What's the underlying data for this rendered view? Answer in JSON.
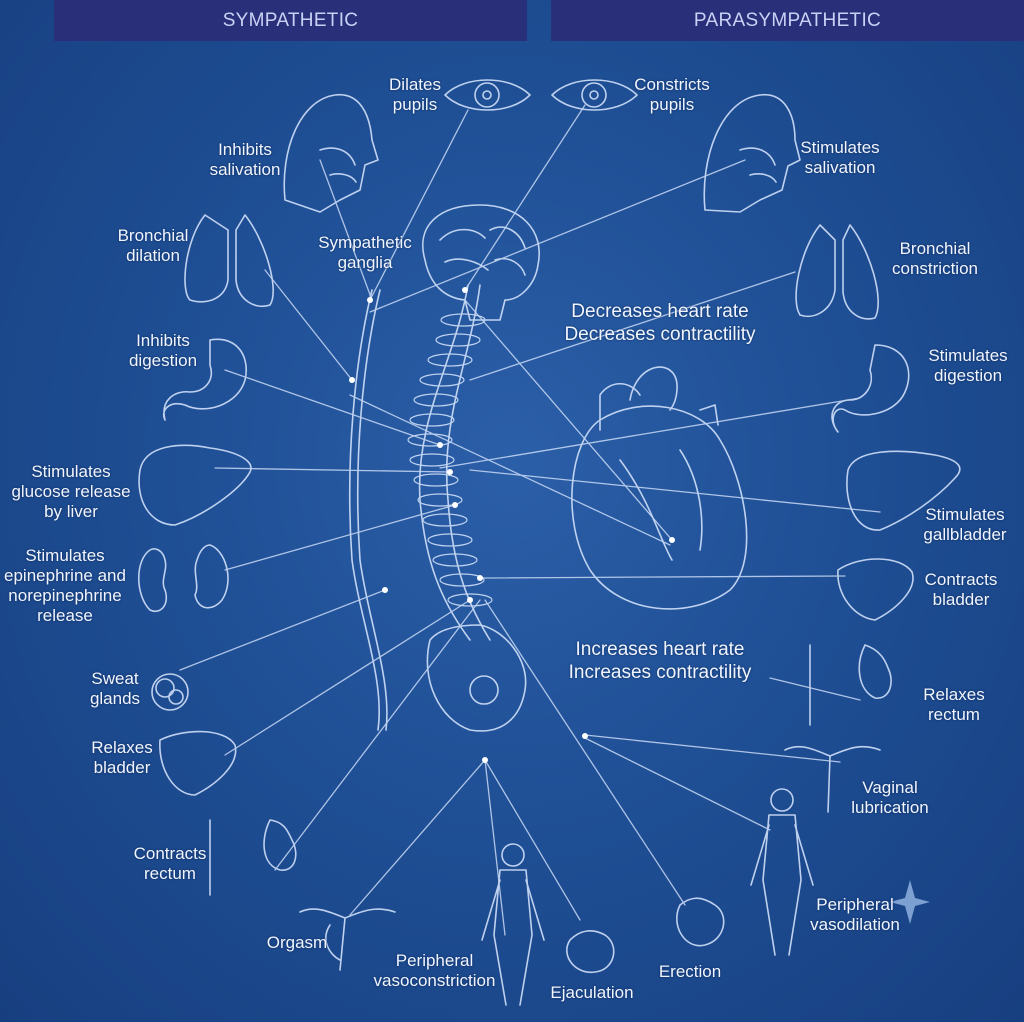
{
  "headers": {
    "sympathetic": "SYMPATHETIC",
    "parasympathetic": "PARASYMPATHETIC"
  },
  "labels": {
    "dilates_pupils": "Dilates\npupils",
    "constricts_pupils": "Constricts\npupils",
    "inhibits_salivation": "Inhibits\nsalivation",
    "stimulates_salivation": "Stimulates\nsalivation",
    "bronchial_dilation": "Bronchial\ndilation",
    "sympathetic_ganglia": "Sympathetic\nganglia",
    "bronchial_constriction": "Bronchial\nconstriction",
    "decreases_heart": "Decreases heart rate\nDecreases contractility",
    "inhibits_digestion": "Inhibits\ndigestion",
    "stimulates_digestion": "Stimulates\ndigestion",
    "stimulates_glucose": "Stimulates\nglucose release\nby liver",
    "stimulates_gallbladder": "Stimulates\ngallbladder",
    "stimulates_epinephrine": "Stimulates\nepinephrine and\nnorepinephrine\nrelease",
    "contracts_bladder_right": "Contracts\nbladder",
    "increases_heart": "Increases heart rate\nIncreases contractility",
    "sweat_glands": "Sweat\nglands",
    "relaxes_rectum": "Relaxes\nrectum",
    "relaxes_bladder": "Relaxes\nbladder",
    "vaginal_lubrication": "Vaginal\nlubrication",
    "contracts_rectum": "Contracts\nrectum",
    "peripheral_vasodilation": "Peripheral\nvasodilation",
    "orgasm": "Orgasm",
    "peripheral_vasoconstriction": "Peripheral\nvasoconstriction",
    "ejaculation": "Ejaculation",
    "erection": "Erection"
  },
  "colors": {
    "background": "#1f4f95",
    "header": "#2a2f7a",
    "line": "#dbe8ff"
  }
}
